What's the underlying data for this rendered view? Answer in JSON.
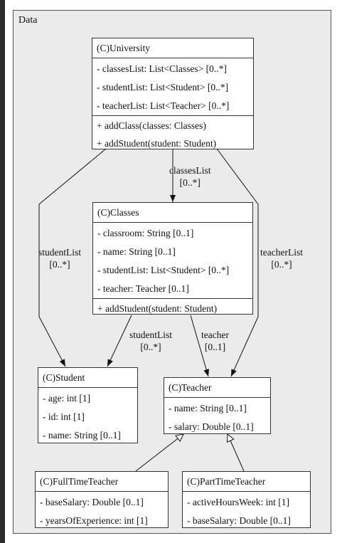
{
  "package": {
    "label": "Data"
  },
  "classes": {
    "university": {
      "name": "(C)University",
      "attributes": [
        "-   classesList: List<Classes> [0..*]",
        "-   studentList: List<Student> [0..*]",
        "-   teacherList: List<Teacher> [0..*]"
      ],
      "operations": [
        "+ addClass(classes: Classes)",
        "+ addStudent(student: Student)"
      ]
    },
    "classes": {
      "name": "(C)Classes",
      "attributes": [
        "-   classroom: String [0..1]",
        "-   name: String [0..1]",
        "-   studentList: List<Student> [0..*]",
        "-   teacher: Teacher [0..1]"
      ],
      "operations": [
        "+ addStudent(student: Student)"
      ]
    },
    "student": {
      "name": "(C)Student",
      "attributes": [
        "-   age: int [1]",
        "-   id: int [1]",
        "-   name: String [0..1]"
      ]
    },
    "teacher": {
      "name": "(C)Teacher",
      "attributes": [
        "-   name: String [0..1]",
        "-   salary: Double [0..1]"
      ]
    },
    "fulltime": {
      "name": "(C)FullTimeTeacher",
      "attributes": [
        "-   baseSalary: Double [0..1]",
        "-   yearsOfExperience: int [1]"
      ]
    },
    "parttime": {
      "name": "(C)PartTimeTeacher",
      "attributes": [
        "-   activeHoursWeek: int [1]",
        "-   baseSalary: Double [0..1]"
      ]
    }
  },
  "edges": {
    "uni_classes": {
      "role": "classesList",
      "mult": "[0..*]"
    },
    "uni_student": {
      "role": "studentList",
      "mult": "[0..*]"
    },
    "uni_teacher": {
      "role": "teacherList",
      "mult": "[0..*]"
    },
    "classes_student": {
      "role": "studentList",
      "mult": "[0..*]"
    },
    "classes_teacher": {
      "role": "teacher",
      "mult": "[0..1]"
    }
  }
}
